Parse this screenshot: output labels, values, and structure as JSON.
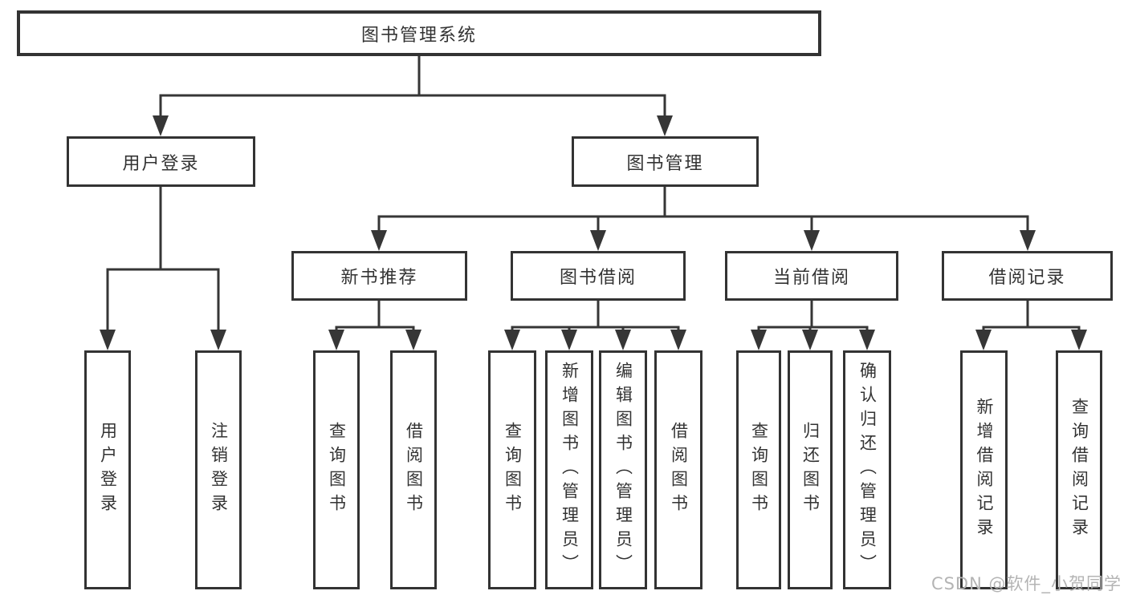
{
  "diagram": {
    "title": "library-management-system-function-tree",
    "colors": {
      "line": "#363636",
      "box_border": "#333333",
      "text": "#333333",
      "watermark": "#b4b4b4",
      "background": "#ffffff"
    },
    "root": {
      "label": "图书管理系统"
    },
    "branches": [
      {
        "label": "用户登录",
        "children": [
          {
            "label": "用户登录"
          },
          {
            "label": "注销登录"
          }
        ]
      },
      {
        "label": "图书管理",
        "children": [
          {
            "label": "新书推荐",
            "children": [
              {
                "label": "查询图书"
              },
              {
                "label": "借阅图书"
              }
            ]
          },
          {
            "label": "图书借阅",
            "children": [
              {
                "label": "查询图书"
              },
              {
                "label": "新增图书（管理员）"
              },
              {
                "label": "编辑图书（管理员）"
              },
              {
                "label": "借阅图书"
              }
            ]
          },
          {
            "label": "当前借阅",
            "children": [
              {
                "label": "查询图书"
              },
              {
                "label": "归还图书"
              },
              {
                "label": "确认归还（管理员）"
              }
            ]
          },
          {
            "label": "借阅记录",
            "children": [
              {
                "label": "新增借阅记录"
              },
              {
                "label": "查询借阅记录"
              }
            ]
          }
        ]
      }
    ]
  },
  "watermark": {
    "text": "CSDN @软件_小贺同学"
  }
}
